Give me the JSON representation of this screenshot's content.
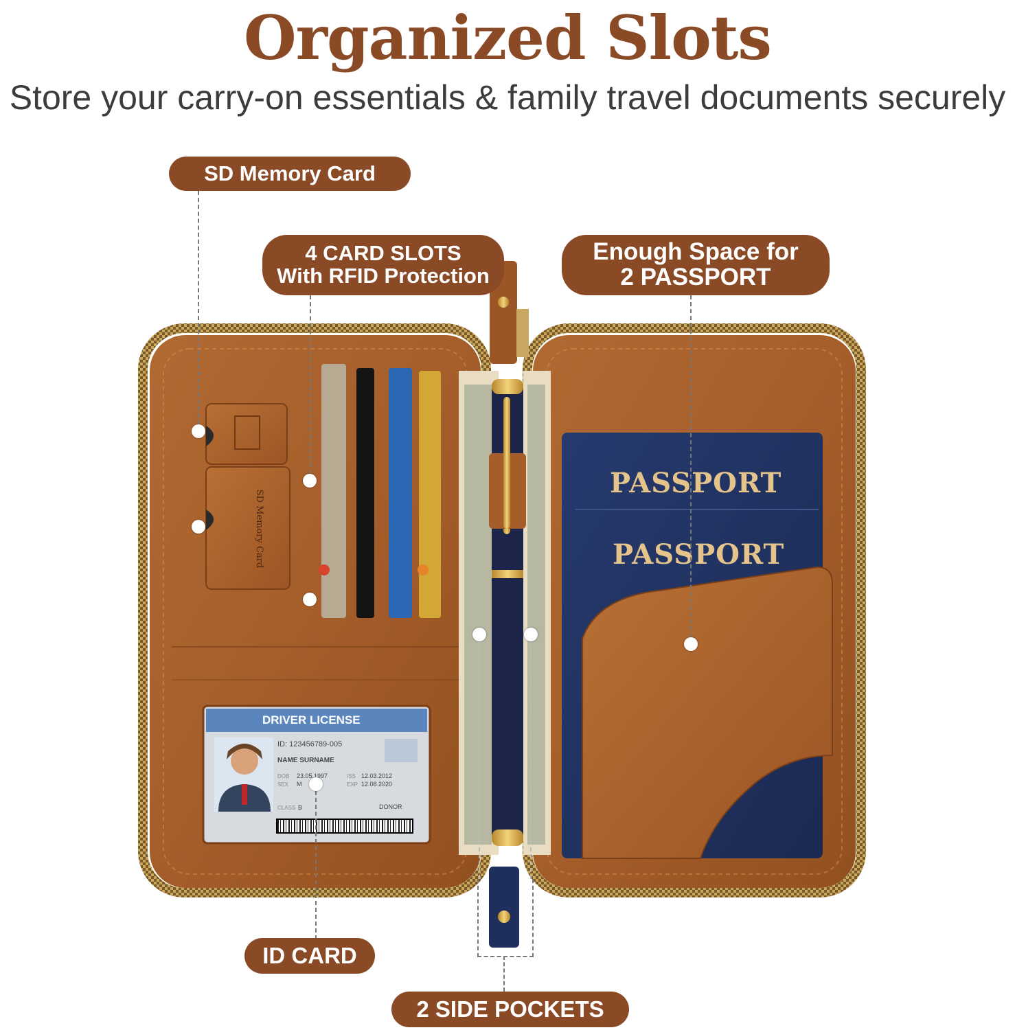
{
  "header": {
    "title": "Organized Slots",
    "subtitle": "Store your carry-on essentials & family travel documents securely"
  },
  "callouts": {
    "sd_card": "SD Memory Card",
    "card_slots_line1": "4 CARD SLOTS",
    "card_slots_line2": "With RFID Protection",
    "passport_line1": "Enough Space for",
    "passport_line2": "2 PASSPORT",
    "id_card": "ID CARD",
    "side_pockets": "2 SIDE POCKETS"
  },
  "wallet": {
    "sd_pocket_label": "SD Memory Card",
    "passport_1": "PASSPORT",
    "passport_2": "PASSPORT",
    "license": {
      "header": "DRIVER LICENSE",
      "id": "ID: 123456789-005",
      "name": "NAME SURNAME",
      "dob_label": "DOB",
      "dob": "23.05.1997",
      "sex_label": "SEX",
      "sex": "M",
      "iss_label": "ISS",
      "iss": "12.03.2012",
      "exp_label": "EXP",
      "exp": "12.08.2020",
      "class_label": "CLASS",
      "class": "B",
      "donor": "DONOR"
    }
  },
  "colors": {
    "accent": "#8a4a26",
    "leather": "#a9602c",
    "passport_navy": "#1f2f5c",
    "gold_text": "#e4c48b"
  }
}
